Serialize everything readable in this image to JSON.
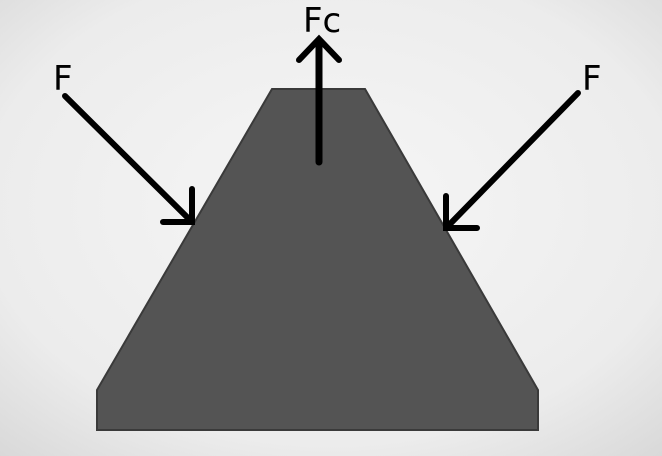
{
  "labels": {
    "force_left": "F",
    "force_center": "Fc",
    "force_right": "F"
  },
  "colors": {
    "background_light": "#f4f4f4",
    "background_dark": "#d8d8d8",
    "trapezoid_fill": "#545454",
    "trapezoid_stroke": "#3a3a3a",
    "arrow": "#000000"
  }
}
